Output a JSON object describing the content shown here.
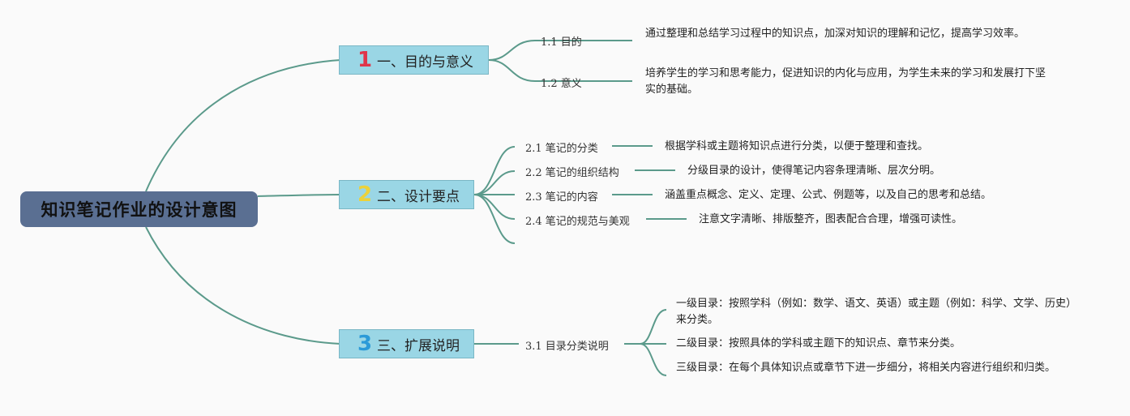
{
  "root": "知识笔记作业的设计意图",
  "colors": {
    "root_bg": "#5a6f92",
    "branch_bg": "#9ad6e5",
    "connector": "#5b9a8b",
    "num1": "#e0344a",
    "num2": "#ecd23a",
    "num3": "#2b9ad8"
  },
  "branches": [
    {
      "number": "1",
      "label": "一、目的与意义",
      "children": [
        {
          "label": "1.1 目的",
          "desc": "通过整理和总结学习过程中的知识点，加深对知识的理解和记忆，提高学习效率。"
        },
        {
          "label": "1.2 意义",
          "desc": "培养学生的学习和思考能力，促进知识的内化与应用，为学生未来的学习和发展打下坚实的基础。"
        }
      ]
    },
    {
      "number": "2",
      "label": "二、设计要点",
      "children": [
        {
          "label": "2.1 笔记的分类",
          "desc": "根据学科或主题将知识点进行分类，以便于整理和查找。"
        },
        {
          "label": "2.2 笔记的组织结构",
          "desc": "分级目录的设计，使得笔记内容条理清晰、层次分明。"
        },
        {
          "label": "2.3 笔记的内容",
          "desc": "涵盖重点概念、定义、定理、公式、例题等，以及自己的思考和总结。"
        },
        {
          "label": "2.4 笔记的规范与美观",
          "desc": "注意文字清晰、排版整齐，图表配合合理，增强可读性。"
        }
      ]
    },
    {
      "number": "3",
      "label": "三、扩展说明",
      "children": [
        {
          "label": "3.1 目录分类说明"
        }
      ],
      "details": [
        "一级目录：按照学科（例如：数学、语文、英语）或主题（例如：科学、文学、历史）来分类。",
        "二级目录：按照具体的学科或主题下的知识点、章节来分类。",
        "三级目录：在每个具体知识点或章节下进一步细分，将相关内容进行组织和归类。"
      ]
    }
  ]
}
